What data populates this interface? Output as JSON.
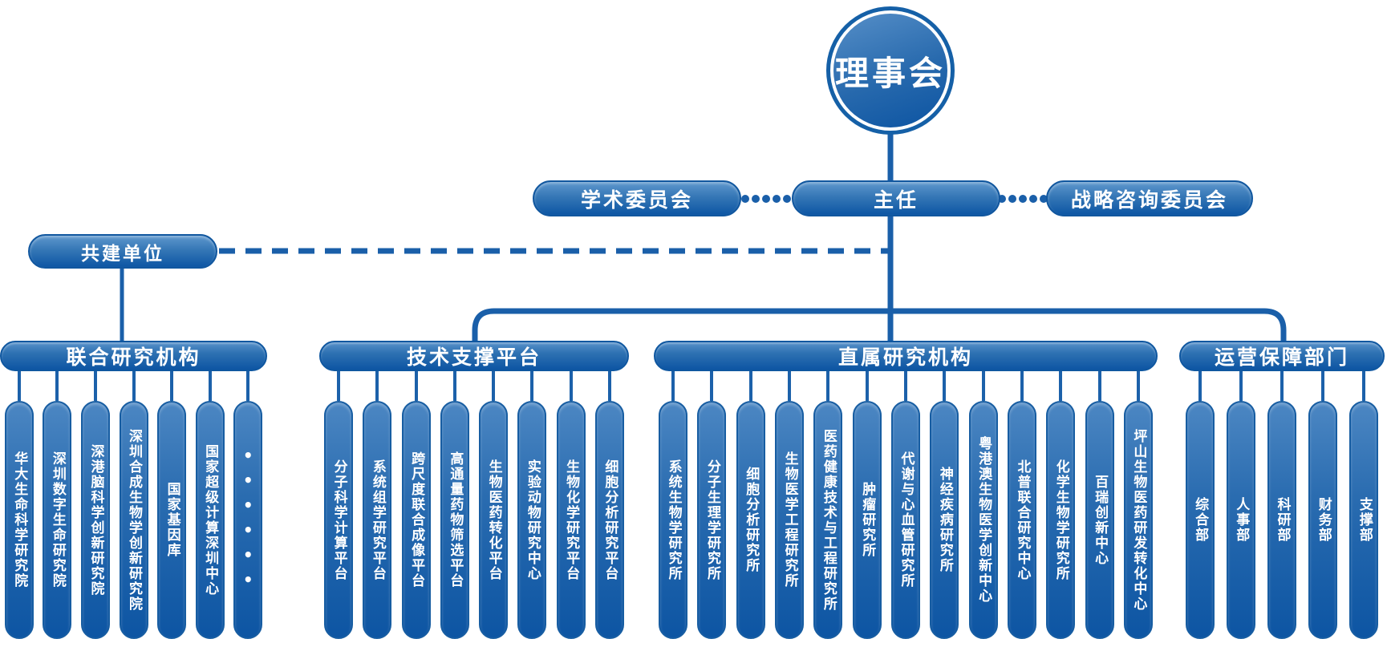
{
  "root": {
    "label": "理事会"
  },
  "level2": {
    "academic_committee": "学术委员会",
    "director": "主任",
    "strategic_committee": "战略咨询委员会"
  },
  "cobuild": {
    "label": "共建单位"
  },
  "groups": [
    {
      "header": "联合研究机构",
      "items": [
        "华大生命科学研究院",
        "深圳数字生命研究院",
        "深港脑科学创新研究院",
        "深圳合成生物学创新研究院",
        "国家基因库",
        "国家超级计算深圳中心",
        "••••••"
      ]
    },
    {
      "header": "技术支撑平台",
      "items": [
        "分子科学计算平台",
        "系统组学研究平台",
        "跨尺度联合成像平台",
        "高通量药物筛选平台",
        "生物医药转化平台",
        "实验动物研究中心",
        "生物化学研究平台",
        "细胞分析研究平台"
      ]
    },
    {
      "header": "直属研究机构",
      "items": [
        "系统生物学研究所",
        "分子生理学研究所",
        "细胞分析研究所",
        "生物医学工程研究所",
        "医药健康技术与工程研究所",
        "肿瘤研究所",
        "代谢与心血管研究所",
        "神经疾病研究所",
        "粤港澳生物医学创新中心",
        "北普联合研究中心",
        "化学生物学研究所",
        "百瑞创新中心",
        "坪山生物医药研发转化中心"
      ]
    },
    {
      "header": "运营保障部门",
      "items": [
        "综合部",
        "人事部",
        "科研部",
        "财务部",
        "支撑部"
      ]
    }
  ],
  "colors": {
    "line_blue": "#1a5fa9",
    "node_dark_blue": "#0d55a3",
    "node_light_blue": "#5690c9",
    "border_blue": "#0f57a0",
    "text_white": "#ffffff"
  }
}
